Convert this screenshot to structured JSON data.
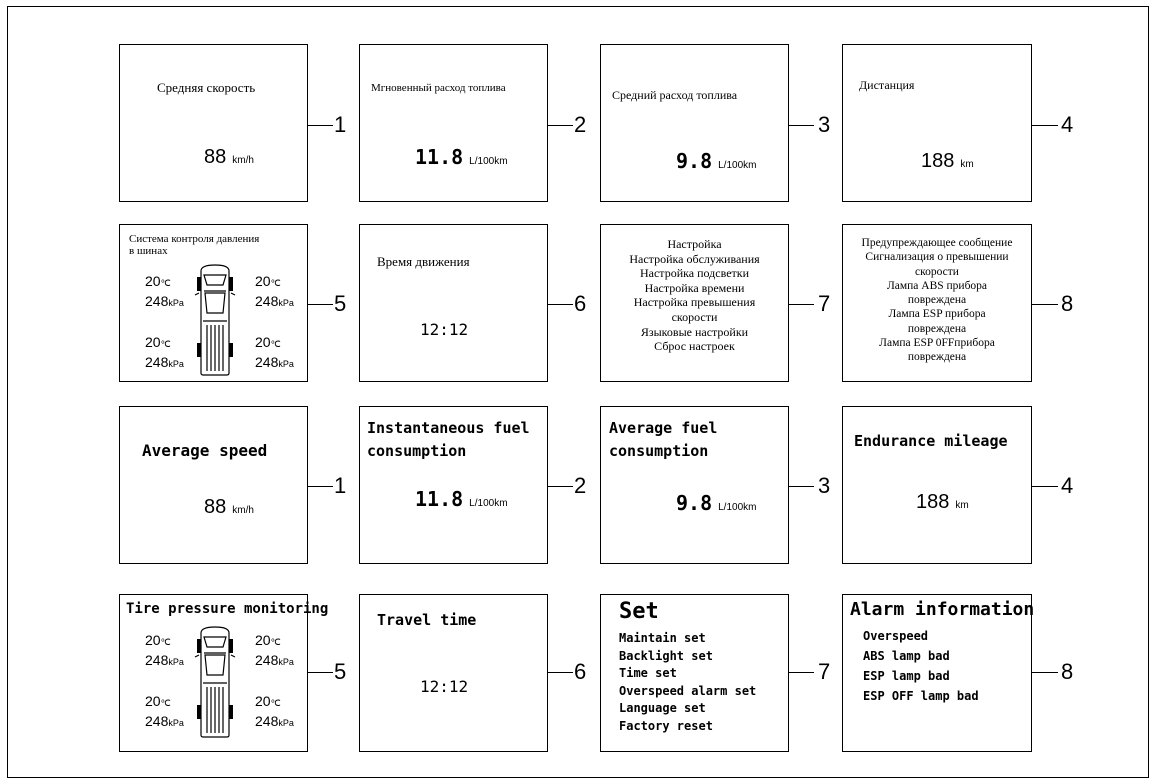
{
  "ru": {
    "avg_speed": {
      "title": "Средняя скорость",
      "value": "88",
      "unit": "km/h",
      "num": "1"
    },
    "inst_fuel": {
      "title": "Мгновенный расход топлива",
      "value": "11.8",
      "unit": "L/100km",
      "num": "2"
    },
    "avg_fuel": {
      "title": "Средний расход топлива",
      "value": "9.8",
      "unit": "L/100km",
      "num": "3"
    },
    "distance": {
      "title": "Дистанция",
      "value": "188",
      "unit": "km",
      "num": "4"
    },
    "tpms": {
      "title_line1": "Система  контроля  давления",
      "title_line2": "в шинах",
      "num": "5"
    },
    "travel_time": {
      "title": "Время движения",
      "value": "12:12",
      "num": "6"
    },
    "settings": {
      "num": "7",
      "items": [
        "Настройка",
        "Настройка обслуживания",
        "Настройка подсветки",
        "Настройка времени",
        "Настройка превышения",
        "скорости",
        "Языковые настройки",
        "Сброс настроек"
      ]
    },
    "alarm": {
      "num": "8",
      "items": [
        "Предупреждающее сообщение",
        "Сигнализация о превышении",
        "скорости",
        "Лампа ABS прибора",
        "повреждена",
        "Лампа ESP прибора",
        "повреждена",
        "Лампа ESP 0FFприбора",
        "повреждена"
      ]
    }
  },
  "en": {
    "avg_speed": {
      "title": "Average speed",
      "value": "88",
      "unit": "km/h",
      "num": "1"
    },
    "inst_fuel": {
      "title_line1": "Instantaneous fuel",
      "title_line2": "consumption",
      "value": "11.8",
      "unit": "L/100km",
      "num": "2"
    },
    "avg_fuel": {
      "title_line1": "Average fuel",
      "title_line2": "consumption",
      "value": "9.8",
      "unit": "L/100km",
      "num": "3"
    },
    "distance": {
      "title": "Endurance mileage",
      "value": "188",
      "unit": "km",
      "num": "4"
    },
    "tpms": {
      "title": "Tire pressure monitoring",
      "num": "5"
    },
    "travel_time": {
      "title": "Travel time",
      "value": "12:12",
      "num": "6"
    },
    "settings": {
      "title": "Set",
      "num": "7",
      "items": [
        "Maintain set",
        "Backlight set",
        "Time set",
        "Overspeed alarm set",
        "Language set",
        "Factory reset"
      ]
    },
    "alarm": {
      "title": "Alarm information",
      "num": "8",
      "items": [
        "Overspeed",
        "ABS lamp bad",
        "ESP lamp bad",
        "ESP OFF lamp bad"
      ]
    }
  },
  "tyres": {
    "front_left": {
      "temp": "20",
      "temp_unit": "℃",
      "pressure": "248",
      "pressure_unit": "kPa"
    },
    "front_right": {
      "temp": "20",
      "temp_unit": "℃",
      "pressure": "248",
      "pressure_unit": "kPa"
    },
    "rear_left": {
      "temp": "20",
      "temp_unit": "℃",
      "pressure": "248",
      "pressure_unit": "kPa"
    },
    "rear_right": {
      "temp": "20",
      "temp_unit": "℃",
      "pressure": "248",
      "pressure_unit": "kPa"
    }
  }
}
